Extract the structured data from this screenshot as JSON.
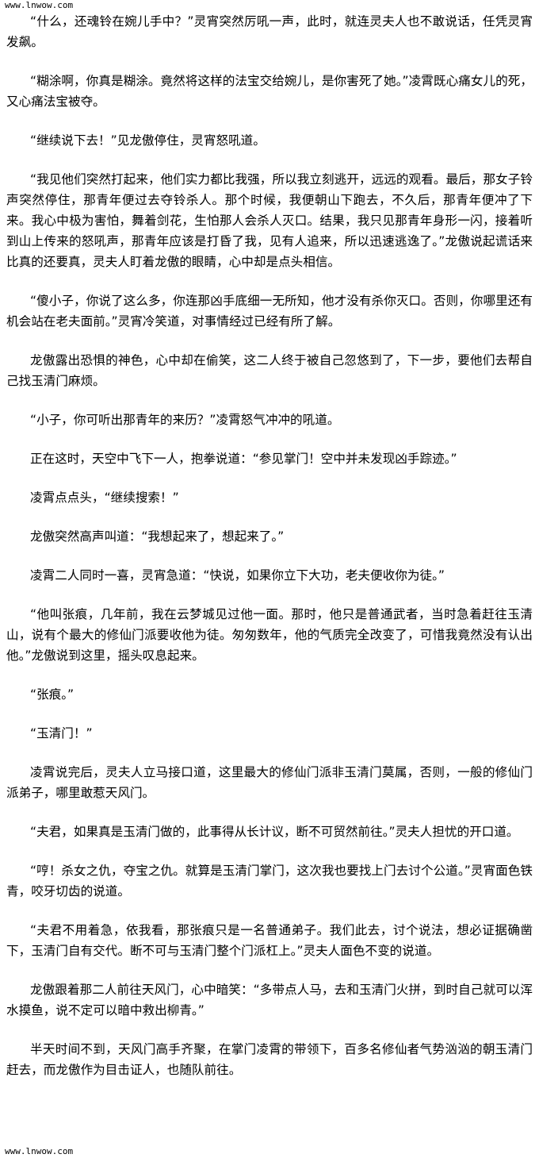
{
  "watermark_top": "www.lnwow.com",
  "watermark_bottom": "www.lnwow.com",
  "paragraphs": [
    "“什么，还魂铃在婉儿手中？”灵宵突然厉吼一声，此时，就连灵夫人也不敢说话，任凭灵宵发飙。",
    "“糊涂啊，你真是糊涂。竟然将这样的法宝交给婉儿，是你害死了她。”凌霄既心痛女儿的死，又心痛法宝被夺。",
    "“继续说下去！”见龙傲停住，灵宵怒吼道。",
    "“我见他们突然打起来，他们实力都比我强，所以我立刻逃开，远远的观看。最后，那女子铃声突然停住，那青年便过去夺铃杀人。那个时候，我便朝山下跑去，不久后，那青年便冲了下来。我心中极为害怕，舞着剑花，生怕那人会杀人灭口。结果，我只见那青年身形一闪，接着听到山上传来的怒吼声，那青年应该是打昏了我，见有人追来，所以迅速逃逸了。”龙傲说起谎话来比真的还要真，灵夫人盯着龙傲的眼睛，心中却是点头相信。",
    "“傻小子，你说了这么多，你连那凶手底细一无所知，他才没有杀你灭口。否则，你哪里还有机会站在老夫面前。”灵宵冷笑道，对事情经过已经有所了解。",
    "龙傲露出恐惧的神色，心中却在偷笑，这二人终于被自己忽悠到了，下一步，要他们去帮自己找玉清门麻烦。",
    "“小子，你可听出那青年的来历？”凌霄怒气冲冲的吼道。",
    "正在这时，天空中飞下一人，抱拳说道：“参见掌门！空中并未发现凶手踪迹。”",
    "凌霄点点头，“继续搜索！”",
    "龙傲突然高声叫道：“我想起来了，想起来了。”",
    "凌霄二人同时一喜，灵宵急道：“快说，如果你立下大功，老夫便收你为徒。”",
    "“他叫张痕，几年前，我在云梦城见过他一面。那时，他只是普通武者，当时急着赶往玉清山，说有个最大的修仙门派要收他为徒。匆匆数年，他的气质完全改变了，可惜我竟然没有认出他。”龙傲说到这里，摇头叹息起来。",
    "“张痕。”",
    "“玉清门！”",
    "凌霄说完后，灵夫人立马接口道，这里最大的修仙门派非玉清门莫属，否则，一般的修仙门派弟子，哪里敢惹天风门。",
    "“夫君，如果真是玉清门做的，此事得从长计议，断不可贸然前往。”灵夫人担忧的开口道。",
    "“哼！杀女之仇，夺宝之仇。就算是玉清门掌门，这次我也要找上门去讨个公道。”灵宵面色铁青，咬牙切齿的说道。",
    "“夫君不用着急，依我看，那张痕只是一名普通弟子。我们此去，讨个说法，想必证据确凿下，玉清门自有交代。断不可与玉清门整个门派杠上。”灵夫人面色不变的说道。",
    "龙傲跟着那二人前往天风门，心中暗笑：“多带点人马，去和玉清门火拼，到时自己就可以浑水摸鱼，说不定可以暗中救出柳青。”",
    "半天时间不到，天风门高手齐聚，在掌门凌霄的带领下，百多名修仙者气势汹汹的朝玉清门赶去，而龙傲作为目击证人，也随队前往。"
  ]
}
